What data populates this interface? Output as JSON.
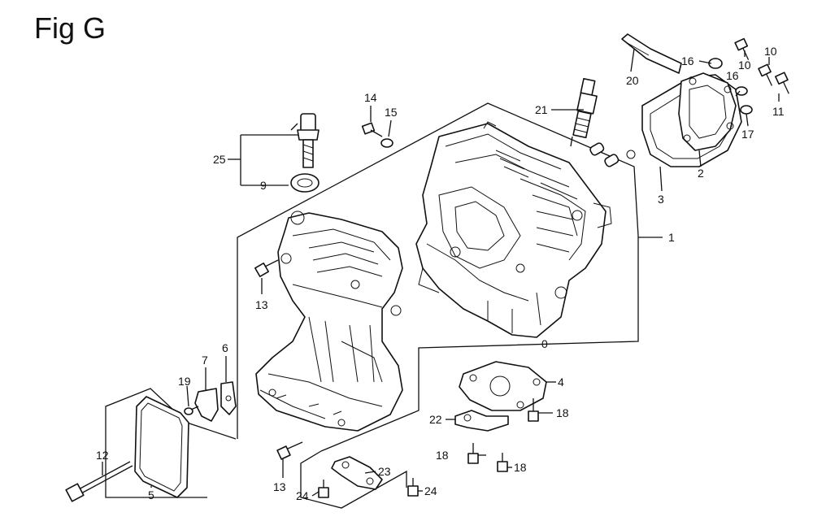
{
  "figure": {
    "title": "Fig G"
  },
  "callouts": [
    {
      "id": "c1",
      "text": "1"
    },
    {
      "id": "c2",
      "text": "2"
    },
    {
      "id": "c3",
      "text": "3"
    },
    {
      "id": "c4",
      "text": "4"
    },
    {
      "id": "c5",
      "text": "5"
    },
    {
      "id": "c6",
      "text": "6"
    },
    {
      "id": "c7",
      "text": "7"
    },
    {
      "id": "c9",
      "text": "9"
    },
    {
      "id": "c10a",
      "text": "10"
    },
    {
      "id": "c10b",
      "text": "10"
    },
    {
      "id": "c11",
      "text": "11"
    },
    {
      "id": "c12",
      "text": "12"
    },
    {
      "id": "c13a",
      "text": "13"
    },
    {
      "id": "c13b",
      "text": "13"
    },
    {
      "id": "c14",
      "text": "14"
    },
    {
      "id": "c15",
      "text": "15"
    },
    {
      "id": "c16a",
      "text": "16"
    },
    {
      "id": "c16b",
      "text": "16"
    },
    {
      "id": "c17",
      "text": "17"
    },
    {
      "id": "c18a",
      "text": "18"
    },
    {
      "id": "c18b",
      "text": "18"
    },
    {
      "id": "c18c",
      "text": "18"
    },
    {
      "id": "c19",
      "text": "19"
    },
    {
      "id": "c20",
      "text": "20"
    },
    {
      "id": "c21",
      "text": "21"
    },
    {
      "id": "c22",
      "text": "22"
    },
    {
      "id": "c23",
      "text": "23"
    },
    {
      "id": "c24a",
      "text": "24"
    },
    {
      "id": "c24b",
      "text": "24"
    },
    {
      "id": "c25",
      "text": "25"
    },
    {
      "id": "c0",
      "text": "0"
    }
  ]
}
